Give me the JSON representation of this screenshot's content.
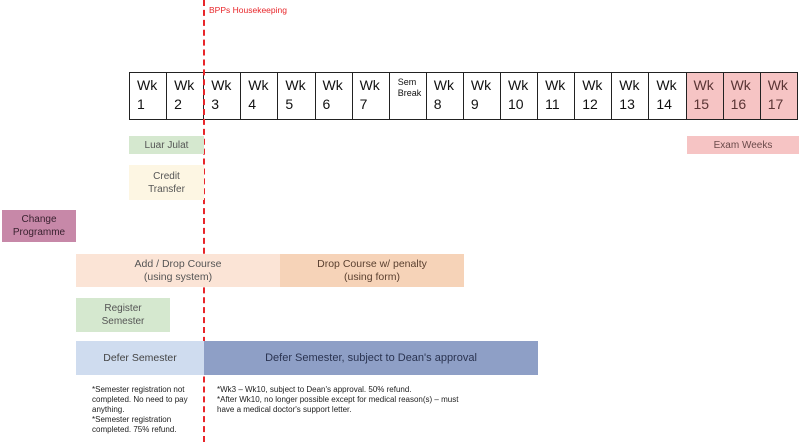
{
  "housekeeping": {
    "label": "BPPs Housekeeping",
    "color": "#e8262a"
  },
  "weeks": [
    {
      "l1": "Wk",
      "l2": "1",
      "exam": false
    },
    {
      "l1": "Wk",
      "l2": "2",
      "exam": false
    },
    {
      "l1": "Wk",
      "l2": "3",
      "exam": false
    },
    {
      "l1": "Wk",
      "l2": "4",
      "exam": false
    },
    {
      "l1": "Wk",
      "l2": "5",
      "exam": false
    },
    {
      "l1": "Wk",
      "l2": "6",
      "exam": false
    },
    {
      "l1": "Wk",
      "l2": "7",
      "exam": false
    },
    {
      "l1": "Sem",
      "l2": "Break",
      "exam": false,
      "sem": true
    },
    {
      "l1": "Wk",
      "l2": "8",
      "exam": false
    },
    {
      "l1": "Wk",
      "l2": "9",
      "exam": false
    },
    {
      "l1": "Wk",
      "l2": "10",
      "exam": false
    },
    {
      "l1": "Wk",
      "l2": "11",
      "exam": false
    },
    {
      "l1": "Wk",
      "l2": "12",
      "exam": false
    },
    {
      "l1": "Wk",
      "l2": "13",
      "exam": false
    },
    {
      "l1": "Wk",
      "l2": "14",
      "exam": false
    },
    {
      "l1": "Wk",
      "l2": "15",
      "exam": true
    },
    {
      "l1": "Wk",
      "l2": "16",
      "exam": true
    },
    {
      "l1": "Wk",
      "l2": "17",
      "exam": true
    }
  ],
  "bars": {
    "luar_julat": "Luar Julat",
    "exam_weeks": "Exam Weeks",
    "credit_transfer": "Credit\nTransfer",
    "change_programme": "Change\nProgramme",
    "add_drop": "Add / Drop Course\n(using system)",
    "drop_penalty": "Drop Course w/ penalty\n(using form)",
    "register_semester": "Register\nSemester",
    "defer_semester": "Defer Semester",
    "defer_semester_dean": "Defer Semester, subject to Dean's approval"
  },
  "notes": {
    "left": "*Semester registration not\ncompleted. No need to pay\nanything.\n*Semester registration\ncompleted. 75% refund.",
    "right": "*Wk3  –  Wk10, subject to Dean's approval. 50% refund.\n*After Wk10, no longer possible except for medical reason(s)  –  must\nhave a medical doctor's support letter."
  },
  "colors": {
    "exam": "#f6c4c4",
    "green": "#d5e8cf",
    "cream": "#fdf6e3",
    "purple": "#c788a8",
    "peach_light": "#fbe4d6",
    "peach": "#f6d3b8",
    "blue_light": "#cfdcef",
    "blue_dark": "#8e9fc6"
  }
}
